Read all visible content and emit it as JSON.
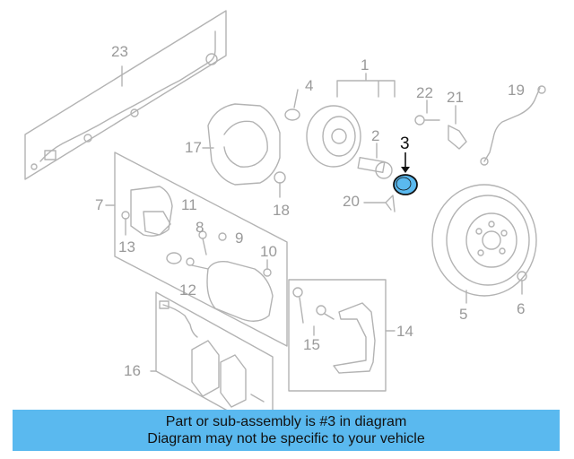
{
  "callouts": [
    {
      "id": "1",
      "text": "1"
    },
    {
      "id": "2",
      "text": "2"
    },
    {
      "id": "3",
      "text": "3"
    },
    {
      "id": "4",
      "text": "4"
    },
    {
      "id": "5",
      "text": "5"
    },
    {
      "id": "6",
      "text": "6"
    },
    {
      "id": "7",
      "text": "7"
    },
    {
      "id": "8",
      "text": "8"
    },
    {
      "id": "9",
      "text": "9"
    },
    {
      "id": "10",
      "text": "10"
    },
    {
      "id": "11",
      "text": "11"
    },
    {
      "id": "12",
      "text": "12"
    },
    {
      "id": "13",
      "text": "13"
    },
    {
      "id": "14",
      "text": "14"
    },
    {
      "id": "15",
      "text": "15"
    },
    {
      "id": "16",
      "text": "16"
    },
    {
      "id": "17",
      "text": "17"
    },
    {
      "id": "18",
      "text": "18"
    },
    {
      "id": "19",
      "text": "19"
    },
    {
      "id": "20",
      "text": "20"
    },
    {
      "id": "21",
      "text": "21"
    },
    {
      "id": "22",
      "text": "22"
    },
    {
      "id": "23",
      "text": "23"
    }
  ],
  "highlighted_part": "3",
  "colors": {
    "line_art": "#b3b3b3",
    "label_text": "#9a9a9a",
    "highlight_fill": "#5ab9ef",
    "highlight_outline": "#111111",
    "banner_bg": "#5ab9ef"
  },
  "banner": {
    "line1": "Part or sub-assembly is #3 in diagram",
    "line2": "Diagram may not be specific to your vehicle"
  }
}
